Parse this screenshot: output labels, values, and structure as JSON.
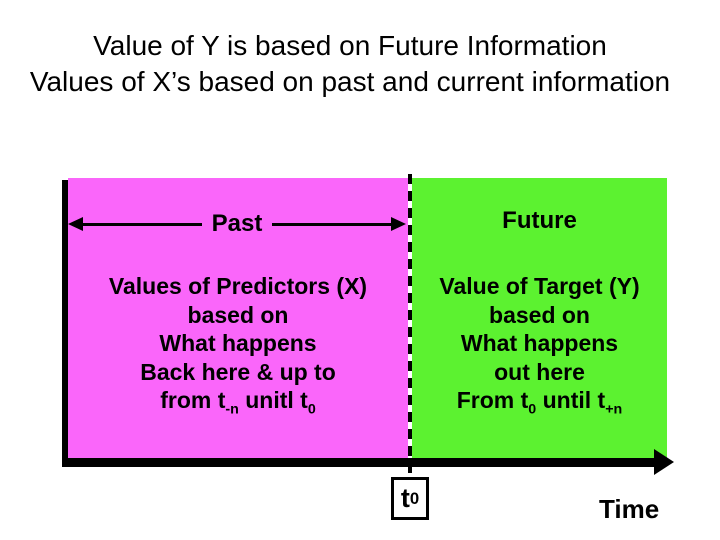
{
  "title": {
    "line1": "Value of Y is based on Future Information",
    "line2": "Values of X’s based on past and current information"
  },
  "past": {
    "label": "Past",
    "lines": [
      "Values of Predictors (X)",
      "based on",
      "What happens",
      "Back here & up to"
    ],
    "formula": {
      "pre": "from t",
      "sub1": "-n",
      "mid": " unitl t",
      "sub2": "0"
    }
  },
  "future": {
    "label": "Future",
    "lines": [
      "Value of Target (Y)",
      "based on",
      "What happens",
      "out here"
    ],
    "formula": {
      "pre": "From t",
      "sub1": "0",
      "mid": " until t",
      "sub2": "+n"
    }
  },
  "axis": {
    "t0": {
      "pre": "t",
      "sub": "0"
    },
    "time_label": "Time"
  },
  "colors": {
    "past_bg": "#FA66FA",
    "future_bg": "#5CF230",
    "axis_color": "#000000"
  }
}
